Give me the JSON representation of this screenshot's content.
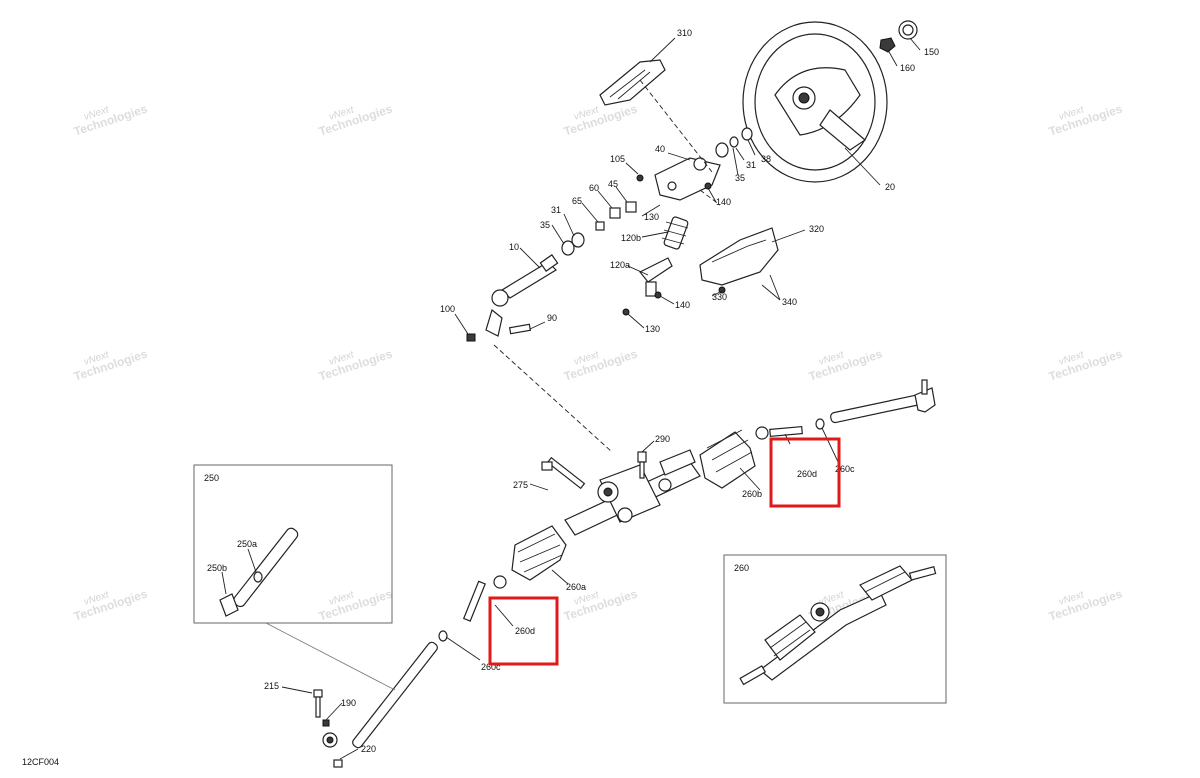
{
  "diagram": {
    "code": "12CF004",
    "watermark": {
      "line1": "vNext",
      "line2": "Technologies"
    },
    "inset_labels": {
      "left": "250",
      "right": "260"
    },
    "highlight_color": "#e01919",
    "callouts": {
      "c310": "310",
      "c150": "150",
      "c160": "160",
      "c20": "20",
      "c105": "105",
      "c40": "40",
      "c35a": "35",
      "c31a": "31",
      "c38": "38",
      "c60": "60",
      "c45": "45",
      "c65": "65",
      "c31b": "31",
      "c35b": "35",
      "c130a": "130",
      "c140a": "140",
      "c120b": "120b",
      "c320": "320",
      "c10": "10",
      "c120a": "120a",
      "c330": "330",
      "c340": "340",
      "c140b": "140",
      "c130b": "130",
      "c100": "100",
      "c90": "90",
      "c290": "290",
      "c260d_top": "260d",
      "c260c_top": "260c",
      "c260b": "260b",
      "c275": "275",
      "c260a": "260a",
      "c260d_mid": "260d",
      "c260c_mid": "260c",
      "c250a": "250a",
      "c250b": "250b",
      "c215": "215",
      "c190": "190",
      "c220": "220"
    }
  }
}
